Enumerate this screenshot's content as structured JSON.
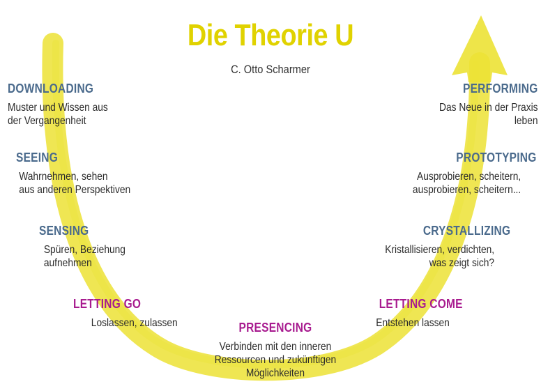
{
  "colors": {
    "title": "#e0d200",
    "heading_blue": "#4a6a8c",
    "heading_purple": "#a81b8f",
    "arrow_yellow": "#ece235"
  },
  "title": "Die Theorie U",
  "subtitle": "C. Otto Scharmer",
  "stages": {
    "downloading": {
      "heading": "DOWNLOADING",
      "desc": "Muster und Wissen aus\nder Vergangenheit"
    },
    "seeing": {
      "heading": "SEEING",
      "desc": "Wahrnehmen, sehen\naus anderen Perspektiven"
    },
    "sensing": {
      "heading": "SENSING",
      "desc": "Spüren, Beziehung\naufnehmen"
    },
    "letting_go": {
      "heading": "LETTING GO",
      "desc": "Loslassen, zulassen"
    },
    "presencing": {
      "heading": "PRESENCING",
      "desc": "Verbinden mit den inneren\nRessourcen und zukünftigen\nMöglichkeiten"
    },
    "letting_come": {
      "heading": "LETTING COME",
      "desc": "Entstehen lassen"
    },
    "crystallizing": {
      "heading": "CRYSTALLIZING",
      "desc": "Kristallisieren, verdichten,\nwas zeigt sich?"
    },
    "prototyping": {
      "heading": "PROTOTYPING",
      "desc": "Ausprobieren, scheitern,\nausprobieren, scheitern..."
    },
    "performing": {
      "heading": "PERFORMING",
      "desc": "Das Neue in der Praxis\nleben"
    }
  }
}
